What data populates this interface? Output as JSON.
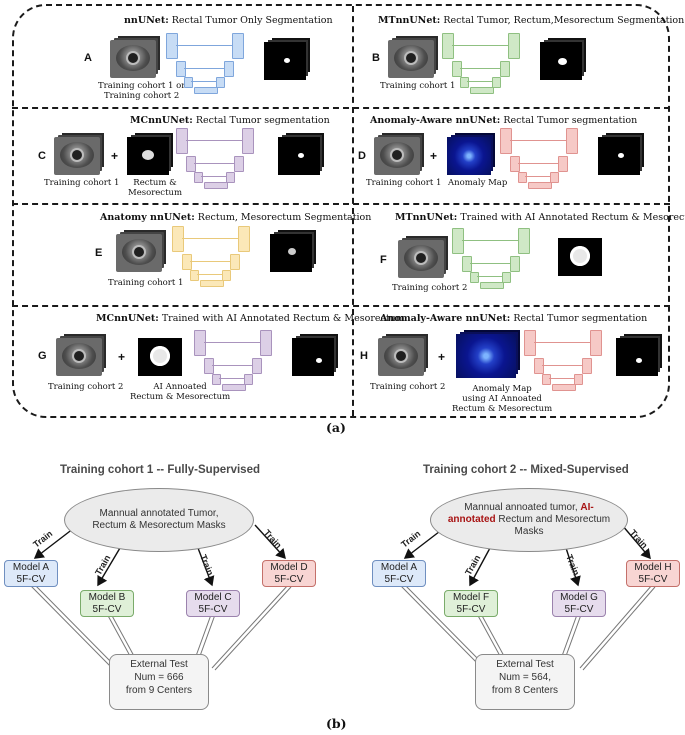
{
  "panel_a": {
    "label": "(a)",
    "cells": [
      {
        "letter": "A",
        "title_bold": "nnUNet:",
        "title_rest": " Rectal Tumor Only Segmentation",
        "caption": "Training cohort 1 or\nTraining cohort 2"
      },
      {
        "letter": "B",
        "title_bold": "MTnnUNet:",
        "title_rest": " Rectal Tumor, Rectum,Mesorectum Segmentation",
        "caption": "Training cohort 1"
      },
      {
        "letter": "C",
        "title_bold": "MCnnUNet:",
        "title_rest": " Rectal Tumor segmentation",
        "caption": "Training cohort 1",
        "caption2": "Rectum &\nMesorectum"
      },
      {
        "letter": "D",
        "title_bold": "Anomaly-Aware nnUNet:",
        "title_rest": " Rectal Tumor segmentation",
        "caption": "Training cohort 1",
        "caption2": "Anomaly Map"
      },
      {
        "letter": "E",
        "title_bold": "Anatomy nnUNet:",
        "title_rest": " Rectum, Mesorectum Segmentation",
        "caption": "Training cohort 1"
      },
      {
        "letter": "F",
        "title_bold": "MTnnUNet:",
        "title_rest": " Trained with AI Annotated Rectum & Mesorectum",
        "caption": "Training cohort 2"
      },
      {
        "letter": "G",
        "title_bold": "MCnnUNet:",
        "title_rest": " Trained with AI Annotated Rectum & Mesorectum",
        "caption": "Training cohort 2",
        "caption2": "AI Annoated\nRectum & Mesorectum"
      },
      {
        "letter": "H",
        "title_bold": "Anomaly-Aware nnUNet:",
        "title_rest": " Rectal Tumor segmentation",
        "caption": "Training cohort 2",
        "caption2": "Anomaly Map\nusing AI Annoated\nRectum & Mesorectum"
      }
    ],
    "colors": {
      "blue": "#c7dcf5",
      "green": "#cfe8c6",
      "purple": "#dccfe6",
      "red": "#f6c9c6",
      "yellow": "#fbe8b8"
    }
  },
  "panel_b": {
    "label": "(b)",
    "left": {
      "title": "Training cohort 1 -- Fully-Supervised",
      "ellipse": "Mannual annotated Tumor, Rectum & Mesorectum Masks",
      "train": "Train",
      "models": [
        {
          "name": "Model A",
          "cv": "5F-CV"
        },
        {
          "name": "Model B",
          "cv": "5F-CV"
        },
        {
          "name": "Model C",
          "cv": "5F-CV"
        },
        {
          "name": "Model D",
          "cv": "5F-CV"
        }
      ],
      "ext": {
        "line1": "External Test",
        "line2": "Num = 666",
        "line3": "from  9 Centers"
      }
    },
    "right": {
      "title": "Training cohort 2 -- Mixed-Supervised",
      "ellipse_pre": "Mannual annoated tumor, ",
      "ellipse_red": "AI-annotated",
      "ellipse_post": " Rectum and Mesorectum Masks",
      "train": "Train",
      "models": [
        {
          "name": "Model A",
          "cv": "5F-CV"
        },
        {
          "name": "Model F",
          "cv": "5F-CV"
        },
        {
          "name": "Model G",
          "cv": "5F-CV"
        },
        {
          "name": "Model H",
          "cv": "5F-CV"
        }
      ],
      "ext": {
        "line1": "External Test",
        "line2": "Num = 564,",
        "line3": "from  8 Centers"
      }
    }
  }
}
